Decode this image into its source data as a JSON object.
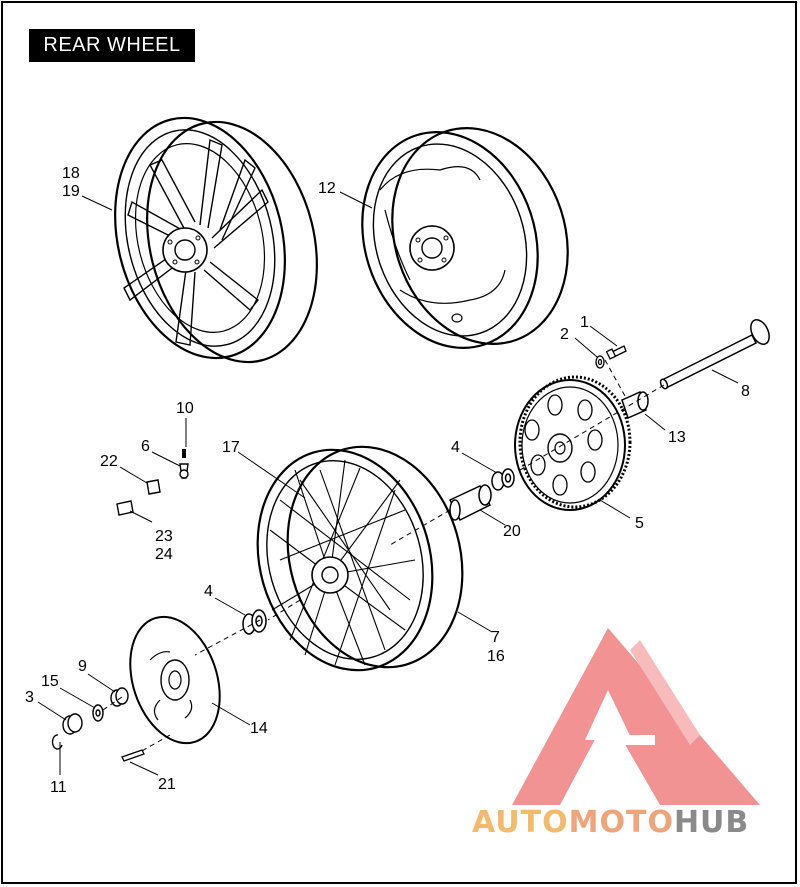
{
  "title": "REAR WHEEL",
  "callouts": [
    "18",
    "19",
    "12",
    "1",
    "2",
    "8",
    "13",
    "10",
    "6",
    "22",
    "4",
    "17",
    "5",
    "20",
    "23",
    "24",
    "4",
    "7",
    "16",
    "9",
    "15",
    "3",
    "14",
    "11",
    "21"
  ],
  "watermark": {
    "part1": "AUTO",
    "part2": "MOTO",
    "part3": "HUB",
    "color1": "#f5b96a",
    "color2": "#f1a37a",
    "color3": "#8a8a8a",
    "logo_color": "#f08080"
  }
}
